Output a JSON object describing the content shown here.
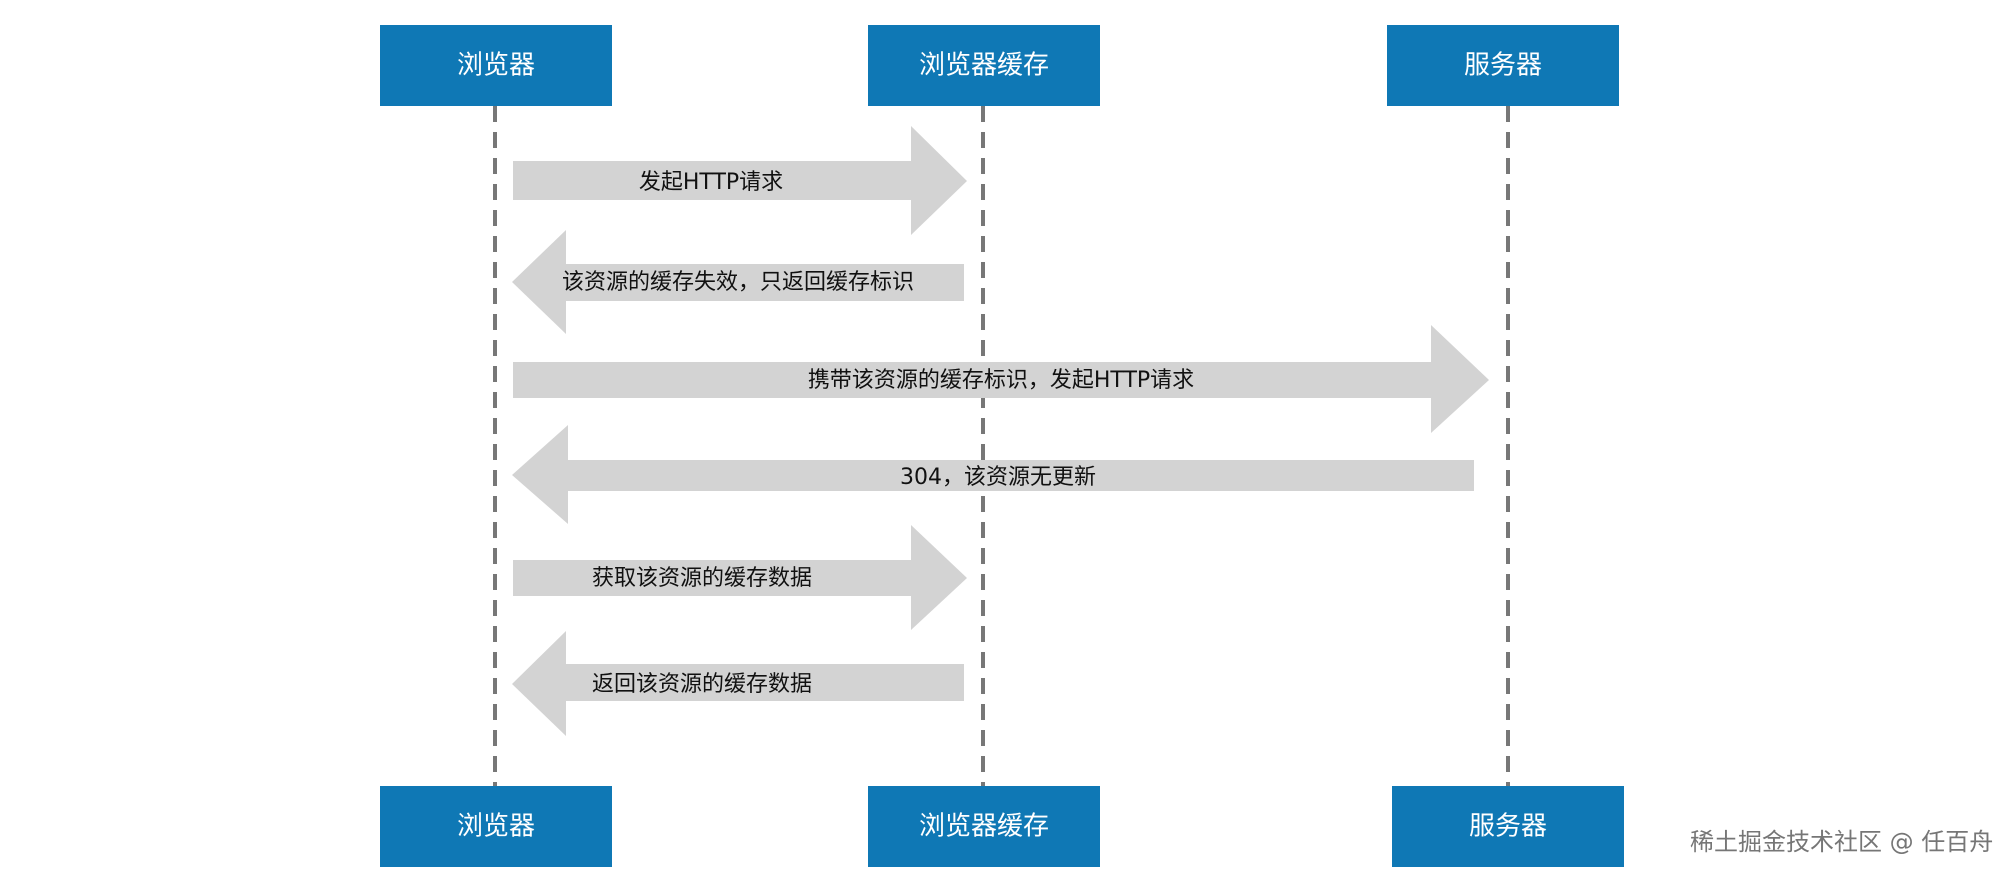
{
  "actors": [
    {
      "id": "browser",
      "label": "浏览器"
    },
    {
      "id": "cache",
      "label": "浏览器缓存"
    },
    {
      "id": "server",
      "label": "服务器"
    }
  ],
  "messages": [
    {
      "from": "browser",
      "to": "cache",
      "label": "发起HTTP请求"
    },
    {
      "from": "cache",
      "to": "browser",
      "label": "该资源的缓存失效，只返回缓存标识"
    },
    {
      "from": "browser",
      "to": "server",
      "label": "携带该资源的缓存标识，发起HTTP请求"
    },
    {
      "from": "server",
      "to": "browser",
      "label": "304，该资源无更新"
    },
    {
      "from": "browser",
      "to": "cache",
      "label": "获取该资源的缓存数据"
    },
    {
      "from": "cache",
      "to": "browser",
      "label": "返回该资源的缓存数据"
    }
  ],
  "colors": {
    "actor_fill": "#0f78b5",
    "arrow_fill": "#d3d3d3",
    "lifeline": "#777777"
  },
  "watermark": "稀土掘金技术社区 @ 任百舟"
}
